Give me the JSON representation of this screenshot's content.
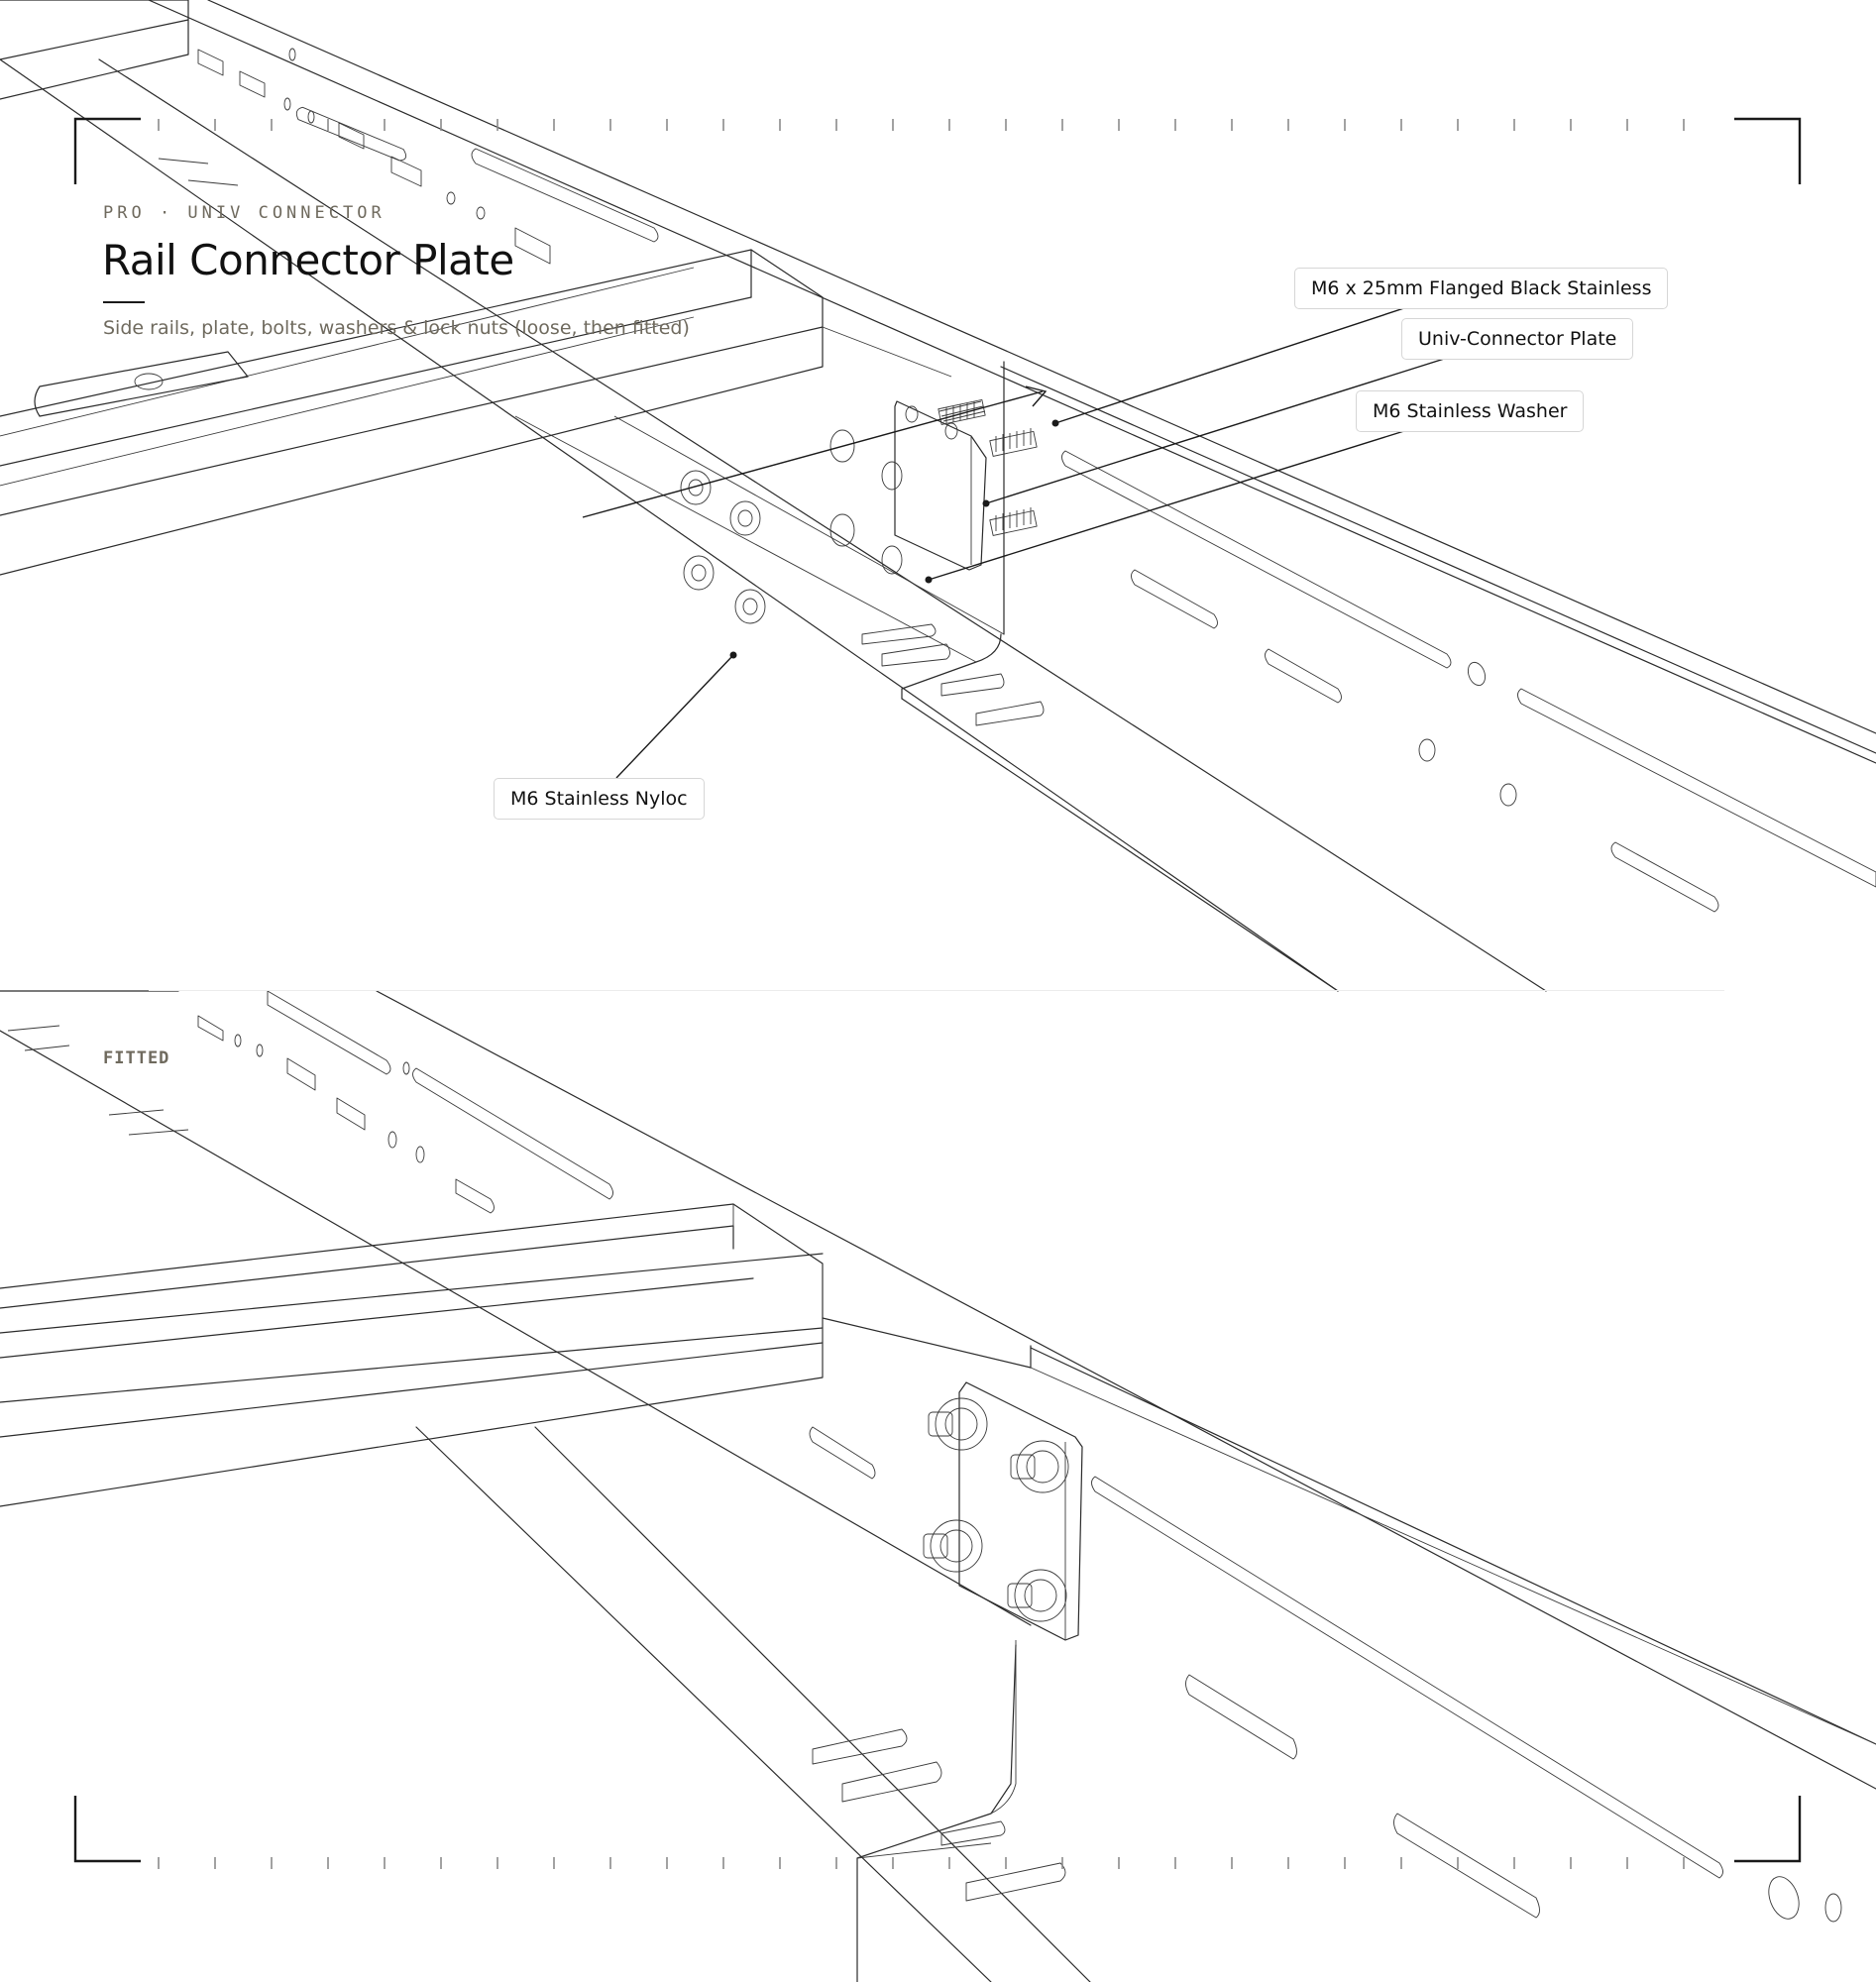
{
  "header": {
    "eyebrow": "PRO · UNIV CONNECTOR",
    "title": "Rail Connector Plate",
    "subtitle": "Side rails, plate, bolts, washers & lock nuts (loose, then fitted)"
  },
  "callouts": {
    "bolt": "M6 x 25mm Flanged Black Stainless",
    "plate": "Univ-Connector Plate",
    "washer": "M6 Stainless Washer",
    "nut": "M6 Stainless Nyloc"
  },
  "sections": {
    "fitted_label": "FITTED"
  }
}
